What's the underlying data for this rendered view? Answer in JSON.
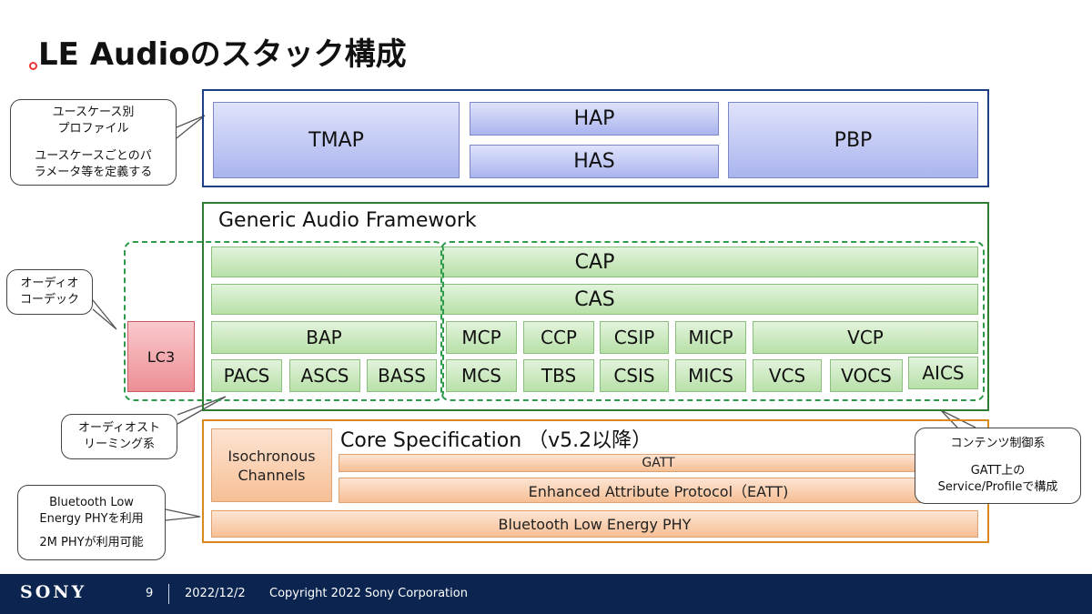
{
  "title": "LE Audioのスタック構成",
  "profile_layer": {
    "tmap": "TMAP",
    "hap": "HAP",
    "has": "HAS",
    "pbp": "PBP"
  },
  "gaf": {
    "label": "Generic Audio Framework",
    "cap": "CAP",
    "cas": "CAS",
    "bap": "BAP",
    "pacs": "PACS",
    "ascs": "ASCS",
    "bass": "BASS",
    "mcp": "MCP",
    "ccp": "CCP",
    "csip": "CSIP",
    "micp": "MICP",
    "vcp": "VCP",
    "mcs": "MCS",
    "tbs": "TBS",
    "csis": "CSIS",
    "mics": "MICS",
    "vcs": "VCS",
    "vocs": "VOCS",
    "aics": "AICS"
  },
  "lc3": "LC3",
  "core": {
    "label": "Core Specification （v5.2以降）",
    "iso": "Isochronous Channels",
    "gatt": "GATT",
    "eatt": "Enhanced Attribute Protocol（EATT)",
    "phy": "Bluetooth Low Energy PHY"
  },
  "callouts": {
    "usecase": [
      "ユースケース別",
      "プロファイル",
      "ユースケースごとのパ",
      "ラメータ等を定義する"
    ],
    "codec": [
      "オーディオ",
      "コーデック"
    ],
    "streaming": [
      "オーディオスト",
      "リーミング系"
    ],
    "phy": [
      "Bluetooth Low",
      "Energy PHYを利用",
      "2M PHYが利用可能"
    ],
    "content": [
      "コンテンツ制御系",
      "GATT上の",
      "Service/Profileで構成"
    ]
  },
  "footer": {
    "brand": "SONY",
    "page": "9",
    "date": "2022/12/2",
    "copyright": "Copyright 2022 Sony Corporation"
  },
  "colors": {
    "footer_bg": "#0b2550",
    "profile_frame": "#1e3f86",
    "gaf_frame": "#2e7d32",
    "core_frame": "#d9891e"
  }
}
